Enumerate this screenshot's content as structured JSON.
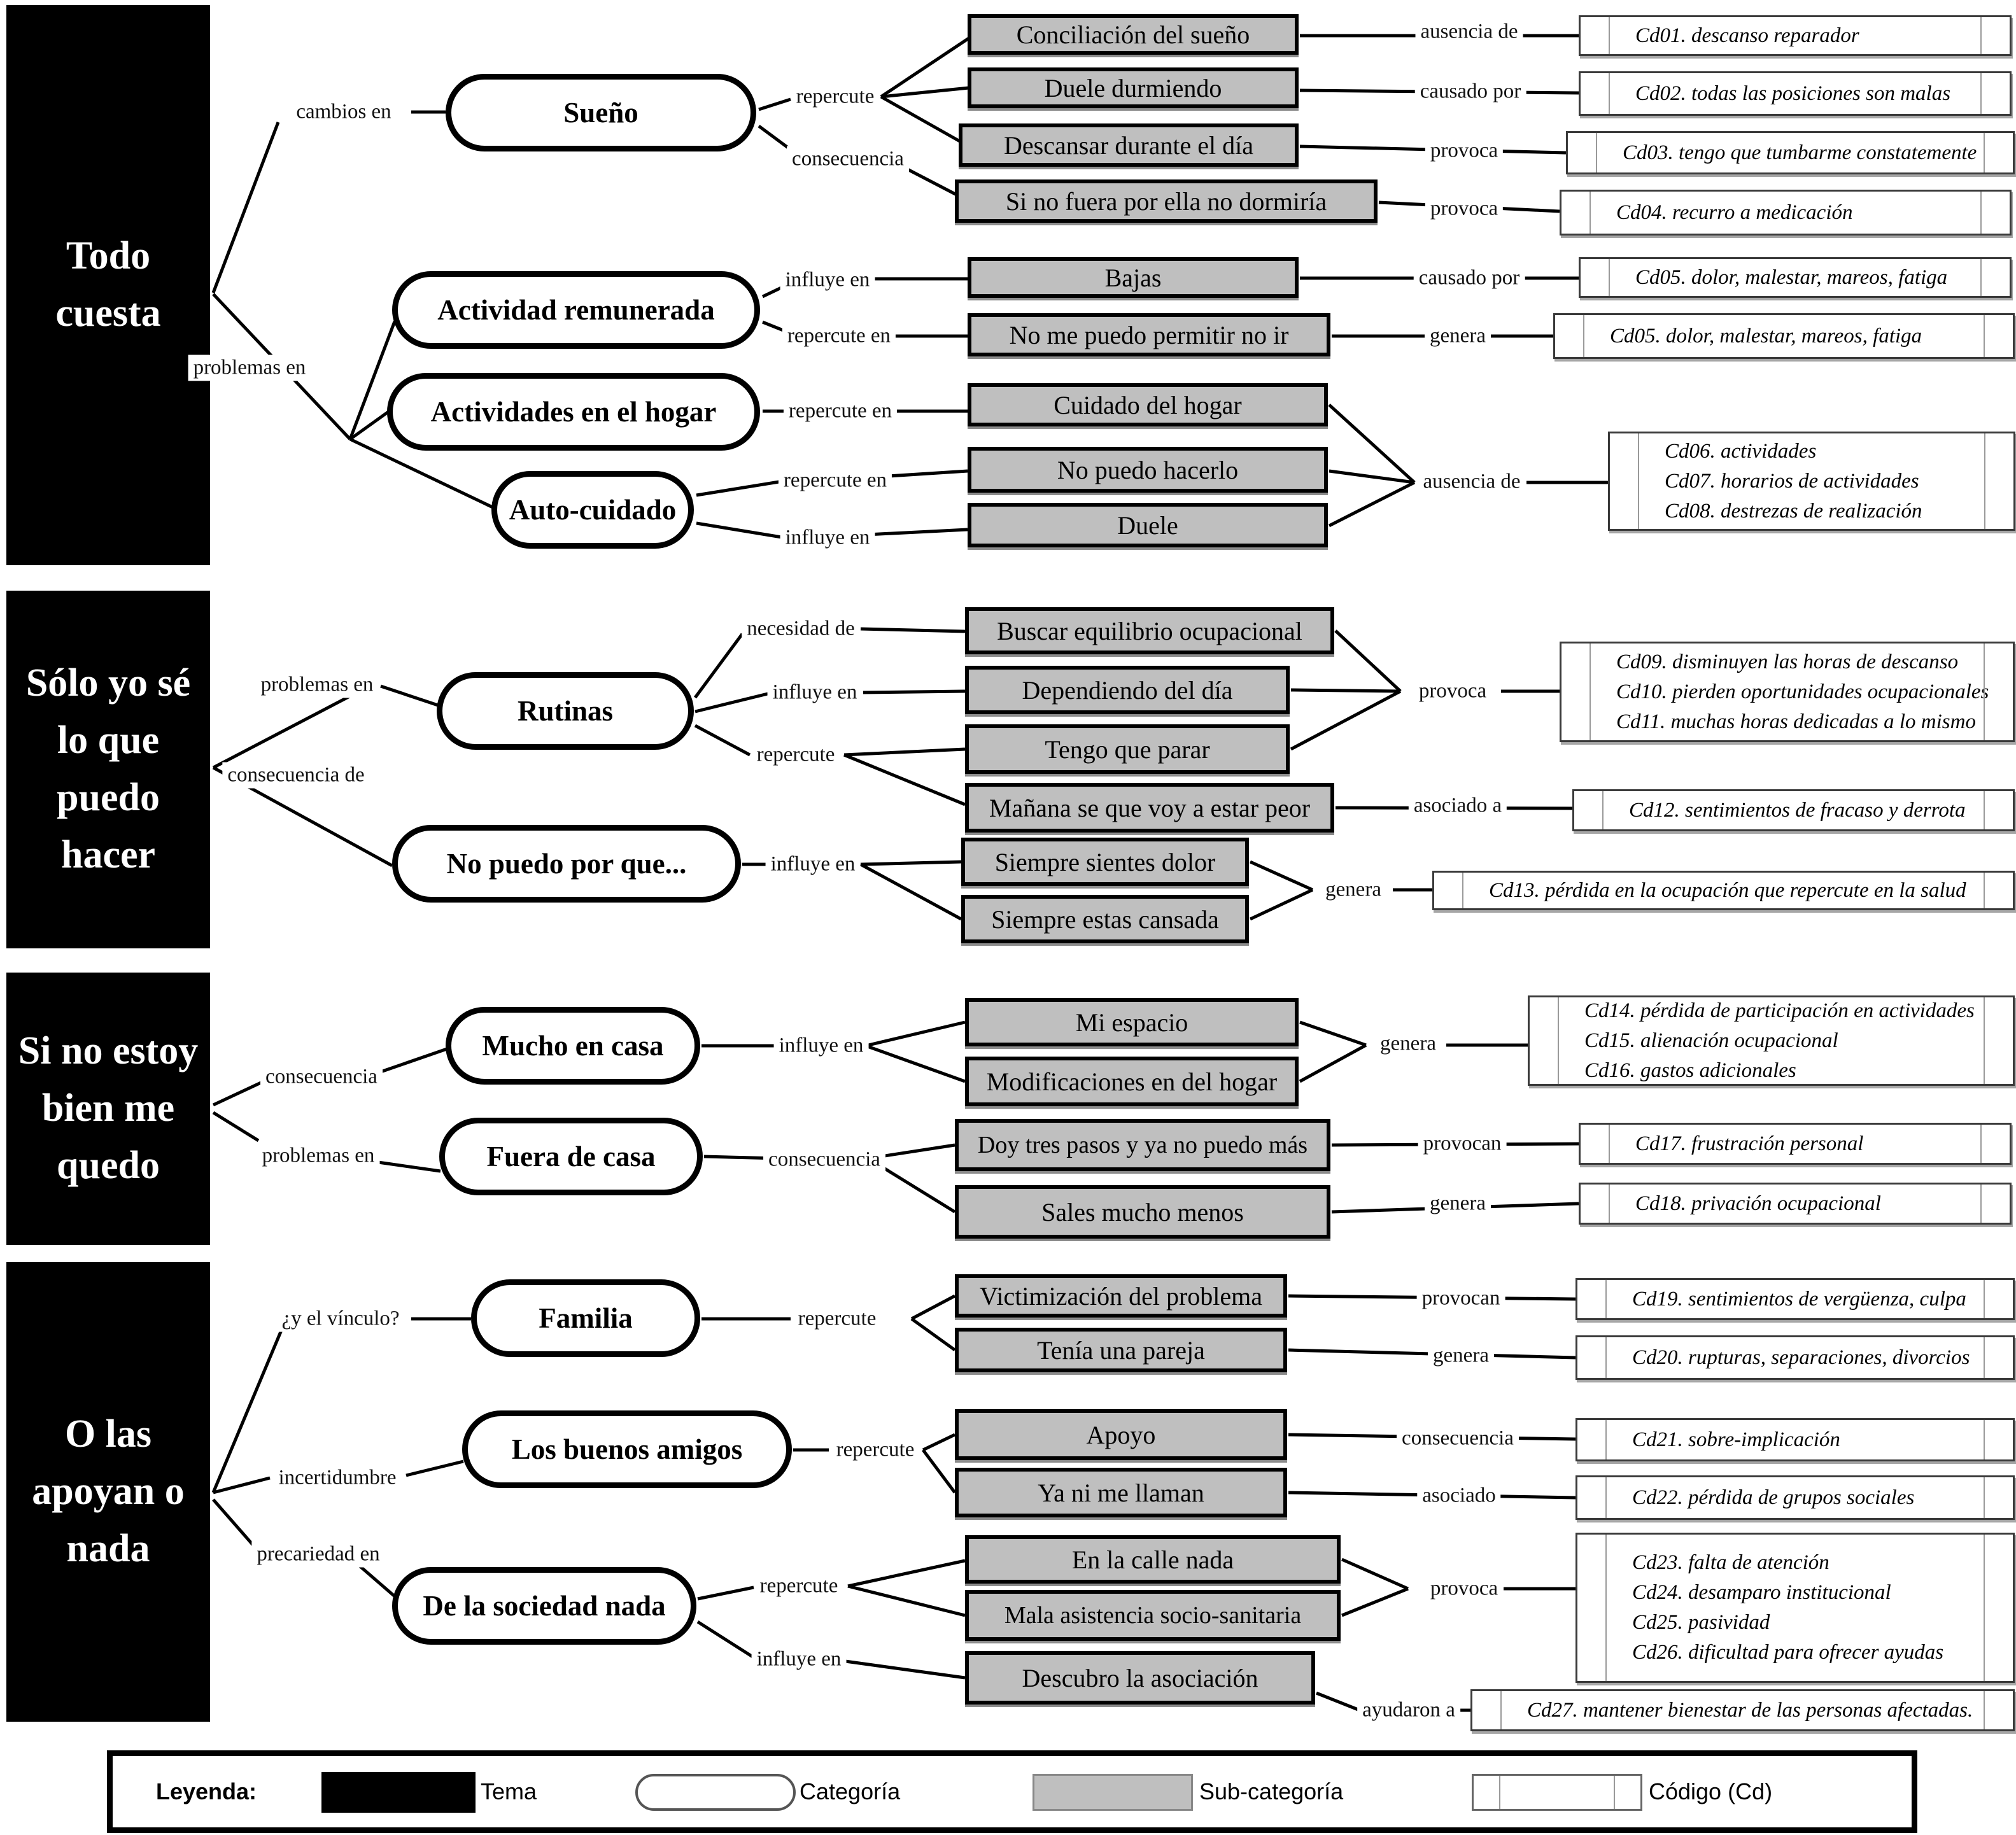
{
  "colors": {
    "theme_bg": "#000000",
    "theme_text": "#ffffff",
    "category_bg": "#ffffff",
    "subcategory_bg": "#bfbfbf",
    "code_bg": "#ffffff",
    "line": "#000000"
  },
  "themes": [
    {
      "label": "Todo cuesta"
    },
    {
      "label": "Sólo yo sé lo que puedo hacer"
    },
    {
      "label": "Si no estoy bien me quedo"
    },
    {
      "label": "O las apoyan o nada"
    }
  ],
  "categories": [
    {
      "label": "Sueño"
    },
    {
      "label": "Actividad remunerada"
    },
    {
      "label": "Actividades en el hogar"
    },
    {
      "label": "Auto-cuidado"
    },
    {
      "label": "Rutinas"
    },
    {
      "label": "No puedo por que..."
    },
    {
      "label": "Mucho en casa"
    },
    {
      "label": "Fuera de casa"
    },
    {
      "label": "Familia"
    },
    {
      "label": "Los buenos amigos"
    },
    {
      "label": "De la sociedad nada"
    }
  ],
  "subcategories": [
    {
      "label": "Conciliación del sueño"
    },
    {
      "label": "Duele durmiendo"
    },
    {
      "label": "Descansar durante el día"
    },
    {
      "label": "Si no fuera por ella no dormiría"
    },
    {
      "label": "Bajas"
    },
    {
      "label": "No me puedo permitir no ir"
    },
    {
      "label": "Cuidado del hogar"
    },
    {
      "label": "No puedo hacerlo"
    },
    {
      "label": "Duele"
    },
    {
      "label": "Buscar equilibrio ocupacional"
    },
    {
      "label": "Dependiendo del día"
    },
    {
      "label": "Tengo que parar"
    },
    {
      "label": "Mañana se que voy a estar peor"
    },
    {
      "label": "Siempre sientes dolor"
    },
    {
      "label": "Siempre estas cansada"
    },
    {
      "label": "Mi espacio"
    },
    {
      "label": "Modificaciones en del hogar"
    },
    {
      "label": "Doy tres pasos y ya no puedo más"
    },
    {
      "label": "Sales mucho menos"
    },
    {
      "label": "Victimización del problema"
    },
    {
      "label": "Tenía una pareja"
    },
    {
      "label": "Apoyo"
    },
    {
      "label": "Ya ni me llaman"
    },
    {
      "label": "En la calle nada"
    },
    {
      "label": "Mala asistencia socio-sanitaria"
    },
    {
      "label": "Descubro la asociación"
    }
  ],
  "codes": [
    {
      "lines": [
        "Cd01. descanso reparador"
      ]
    },
    {
      "lines": [
        "Cd02. todas las posiciones son malas"
      ]
    },
    {
      "lines": [
        "Cd03. tengo que tumbarme constatemente"
      ]
    },
    {
      "lines": [
        "Cd04. recurro a medicación"
      ]
    },
    {
      "lines": [
        "Cd05. dolor, malestar, mareos, fatiga"
      ]
    },
    {
      "lines": [
        "Cd05. dolor, malestar, mareos, fatiga"
      ]
    },
    {
      "lines": [
        "Cd06. actividades",
        "Cd07. horarios de actividades",
        "Cd08. destrezas de realización"
      ]
    },
    {
      "lines": [
        "Cd09. disminuyen las horas de descanso",
        "Cd10. pierden oportunidades ocupacionales",
        "Cd11. muchas horas dedicadas a lo mismo"
      ]
    },
    {
      "lines": [
        "Cd12. sentimientos de fracaso y derrota"
      ]
    },
    {
      "lines": [
        "Cd13. pérdida en la ocupación que repercute en la salud"
      ]
    },
    {
      "lines": [
        "Cd14. pérdida de participación en actividades",
        "Cd15. alienación ocupacional",
        "Cd16. gastos adicionales"
      ]
    },
    {
      "lines": [
        "Cd17. frustración personal"
      ]
    },
    {
      "lines": [
        "Cd18. privación ocupacional"
      ]
    },
    {
      "lines": [
        "Cd19. sentimientos de vergüenza, culpa"
      ]
    },
    {
      "lines": [
        "Cd20. rupturas, separaciones, divorcios"
      ]
    },
    {
      "lines": [
        "Cd21. sobre-implicación"
      ]
    },
    {
      "lines": [
        "Cd22. pérdida de grupos sociales"
      ]
    },
    {
      "lines": [
        "Cd23. falta de atención",
        "Cd24. desamparo institucional",
        "Cd25. pasividad",
        "Cd26. dificultad para ofrecer ayudas"
      ]
    },
    {
      "lines": [
        "Cd27. mantener bienestar de las personas afectadas."
      ]
    }
  ],
  "edges": [
    "cambios en",
    "problemas en",
    "repercute",
    "consecuencia",
    "ausencia de",
    "causado por",
    "provoca",
    "provoca",
    "influye en",
    "repercute en",
    "causado por",
    "genera",
    "repercute en",
    "repercute en",
    "influye en",
    "ausencia de",
    "problemas en",
    "consecuencia de",
    "necesidad de",
    "influye en",
    "repercute",
    "provoca",
    "asociado a",
    "influye en",
    "genera",
    "consecuencia",
    "problemas en",
    "influye en",
    "genera",
    "consecuencia",
    "provocan",
    "genera",
    "¿y el vínculo?",
    "incertidumbre",
    "precariedad en",
    "repercute",
    "provocan",
    "genera",
    "repercute",
    "consecuencia",
    "asociado",
    "repercute",
    "influye en",
    "provoca",
    "ayudaron a"
  ],
  "legend": {
    "title": "Leyenda:",
    "items": [
      {
        "label": "Tema"
      },
      {
        "label": "Categoría"
      },
      {
        "label": "Sub-categoría"
      },
      {
        "label": "Código (Cd)"
      }
    ]
  }
}
